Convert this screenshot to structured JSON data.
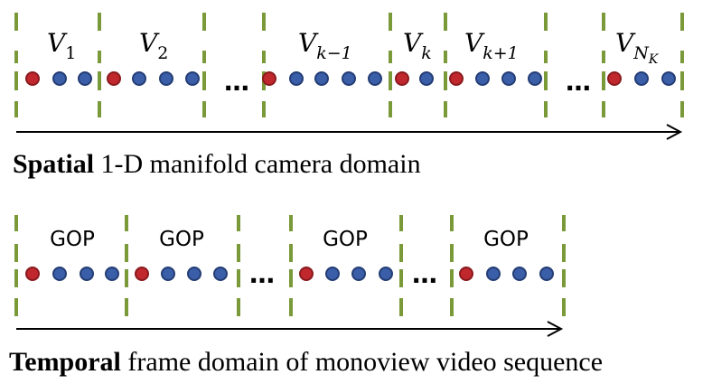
{
  "spatial": {
    "segment_labels": [
      {
        "main": "V",
        "sub": "1"
      },
      {
        "main": "V",
        "sub": "2"
      },
      {
        "main": "V",
        "sub": "k−1"
      },
      {
        "main": "V",
        "sub": "k"
      },
      {
        "main": "V",
        "sub": "k+1"
      },
      {
        "main": "V",
        "sub": "N",
        "subsub": "K"
      }
    ],
    "ellipsis": "…",
    "caption_bold": "Spatial",
    "caption_rest": " 1-D manifold camera domain"
  },
  "temporal": {
    "group_label": "GOP",
    "ellipsis": "…",
    "caption_bold": "Temporal",
    "caption_rest": " frame domain of monoview video sequence"
  },
  "colors": {
    "divider": "#7a9a3a",
    "key_frame": "#c0282d",
    "frame": "#3a5ea8",
    "frame_stroke": "#243d75",
    "arrow": "#000000"
  }
}
